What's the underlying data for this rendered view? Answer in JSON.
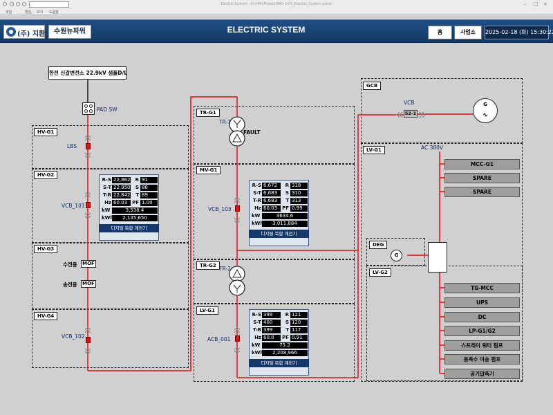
{
  "window": {
    "title": "Electric System - D:\\HMI\\Project\\IMO-1\\PS_Electric_System.panel"
  },
  "menu": [
    "파일",
    "편집",
    "보기",
    "도움말"
  ],
  "header": {
    "logo_text": "(주) 지환",
    "plant_name": "수원뉴파워",
    "title": "ELECTRIC SYSTEM",
    "home_label": "홈",
    "site_label": "사업소",
    "datetime": "2025-02-18 (화) 15:30:22"
  },
  "source": {
    "label": "한전 신갈변전소 22.9kV 샘플D/L",
    "pad_sw": "PAD SW",
    "fault": "FAULT",
    "ac_voltage": "AC 380V"
  },
  "groups": [
    "HV-G1",
    "HV-G2",
    "HV-G3",
    "HV-G4",
    "TR-G1",
    "MV-G1",
    "TR-G2",
    "LV-G1",
    "GCB",
    "LV-G1",
    "DEG",
    "LV-G2"
  ],
  "devices": {
    "lbs": "LBS",
    "vcb_101": "VCB_101",
    "recv_label": "수전용",
    "send_label": "송전용",
    "mof": "MOF",
    "vcb_102": "VCB_102",
    "tr1": "TR-1",
    "tr2": "TR-2",
    "vcb_103": "VCB_103",
    "acb_001": "ACB_001",
    "vcb": "VCB",
    "vcb_tag": "52-1",
    "gen": "G",
    "deg_gen": "G"
  },
  "loads_upper": [
    "MCC-G1",
    "SPARE",
    "SPARE"
  ],
  "loads_lower": [
    "TG-MCC",
    "UPS",
    "DC",
    "LP-G1/G2",
    "스프레이 워터 펌프",
    "용축수 이송 펌프",
    "공기압축기"
  ],
  "meters": [
    {
      "name": "디지털 복합 계전기",
      "rs": "22,862",
      "st": "22,950",
      "tr": "22,842",
      "r": "91",
      "s": "88",
      "t": "89",
      "hz": "60.03",
      "pf": "1.00",
      "kw": "3,538.4",
      "kwh": "2,135,650"
    },
    {
      "name": "디지털 복합 계전기",
      "rs": "6,672",
      "st": "6,683",
      "tr": "6,683",
      "r": "318",
      "s": "310",
      "t": "313",
      "hz": "60.03",
      "pf": "0.99",
      "kw": "3634.6",
      "kwh": "3,011,884"
    },
    {
      "name": "디지털 복합 계전기",
      "rs": "399",
      "st": "400",
      "tr": "399",
      "r": "121",
      "s": "120",
      "t": "117",
      "hz": "60.0",
      "pf": "0.91",
      "kw": "75.2",
      "kwh": "2,208,966"
    }
  ],
  "meter_keys": {
    "rs": "R-S",
    "st": "S-T",
    "tr": "T-R",
    "r": "R",
    "s": "S",
    "t": "T",
    "hz": "Hz",
    "pf": "PF",
    "kw": "kW",
    "kwh": "kWh"
  },
  "colors": {
    "bus": "#dd1111",
    "header": "#1a4579",
    "breaker": "#dd1111"
  }
}
